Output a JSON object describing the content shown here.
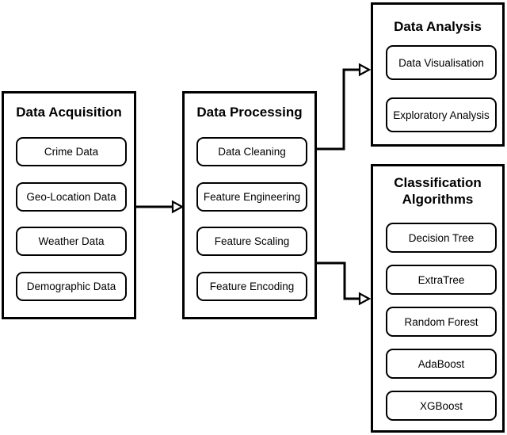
{
  "diagram": {
    "groups": [
      {
        "title": "Data Acquisition",
        "items": [
          "Crime Data",
          "Geo-Location Data",
          "Weather Data",
          "Demographic Data"
        ]
      },
      {
        "title": "Data Processing",
        "items": [
          "Data Cleaning",
          "Feature Engineering",
          "Feature Scaling",
          "Feature Encoding"
        ]
      },
      {
        "title": "Data Analysis",
        "items": [
          "Data Visualisation",
          "Exploratory Analysis"
        ]
      },
      {
        "title": "Classification Algorithms",
        "items": [
          "Decision Tree",
          "ExtraTree",
          "Random Forest",
          "AdaBoost",
          "XGBoost"
        ]
      }
    ],
    "connections": [
      {
        "from": "Data Acquisition",
        "to": "Data Processing",
        "arrowhead": "hollow-triangle"
      },
      {
        "from": "Data Processing",
        "to": "Data Analysis",
        "arrowhead": "hollow-triangle"
      },
      {
        "from": "Data Processing",
        "to": "Classification Algorithms",
        "arrowhead": "hollow-triangle"
      }
    ],
    "colors": {
      "stroke": "#000000",
      "background": "#ffffff",
      "node_fill": "#ffffff",
      "text": "#000000"
    }
  }
}
